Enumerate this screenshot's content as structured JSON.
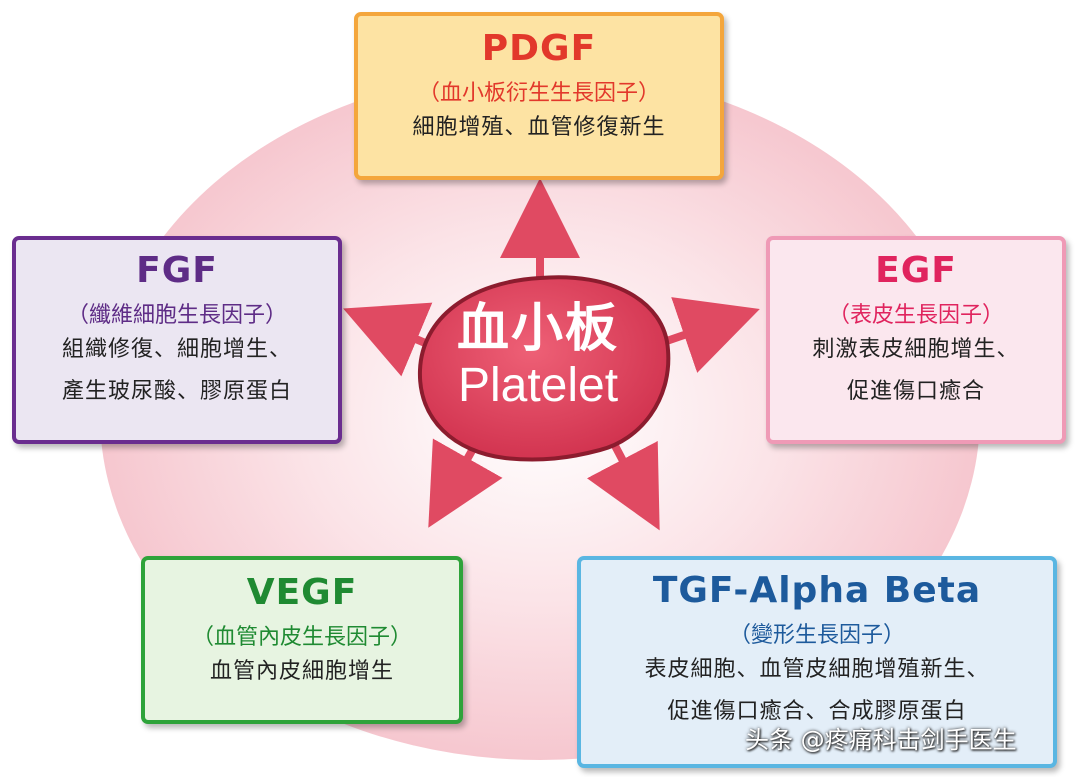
{
  "center": {
    "chinese": "血小板",
    "english": "Platelet"
  },
  "cards": {
    "pdgf": {
      "title": "PDGF",
      "subtitle": "（血小板衍生生長因子）",
      "lines": [
        "細胞增殖、血管修復新生"
      ]
    },
    "fgf": {
      "title": "FGF",
      "subtitle": "（纖維細胞生長因子）",
      "lines": [
        "組織修復、細胞增生、",
        "產生玻尿酸、膠原蛋白"
      ]
    },
    "egf": {
      "title": "EGF",
      "subtitle": "（表皮生長因子）",
      "lines": [
        "刺激表皮細胞增生、",
        "促進傷口癒合"
      ]
    },
    "vegf": {
      "title": "VEGF",
      "subtitle": "（血管內皮生長因子）",
      "lines": [
        "血管內皮細胞增生"
      ]
    },
    "tgf": {
      "title": "TGF-Alpha Beta",
      "subtitle": "（變形生長因子）",
      "lines": [
        "表皮細胞、血管皮細胞增殖新生、",
        "促進傷口癒合、合成膠原蛋白"
      ]
    }
  },
  "watermark": "头条 @疼痛科击剑手医生",
  "colors": {
    "background_glow": "#f6c7cf",
    "center_fill": "#e0405a",
    "arrows": "#e04a62",
    "pdgf": "#e2382b",
    "fgf": "#5e2c86",
    "egf": "#e0245e",
    "vegf": "#1f8a32",
    "tgf": "#1d5a9c"
  }
}
